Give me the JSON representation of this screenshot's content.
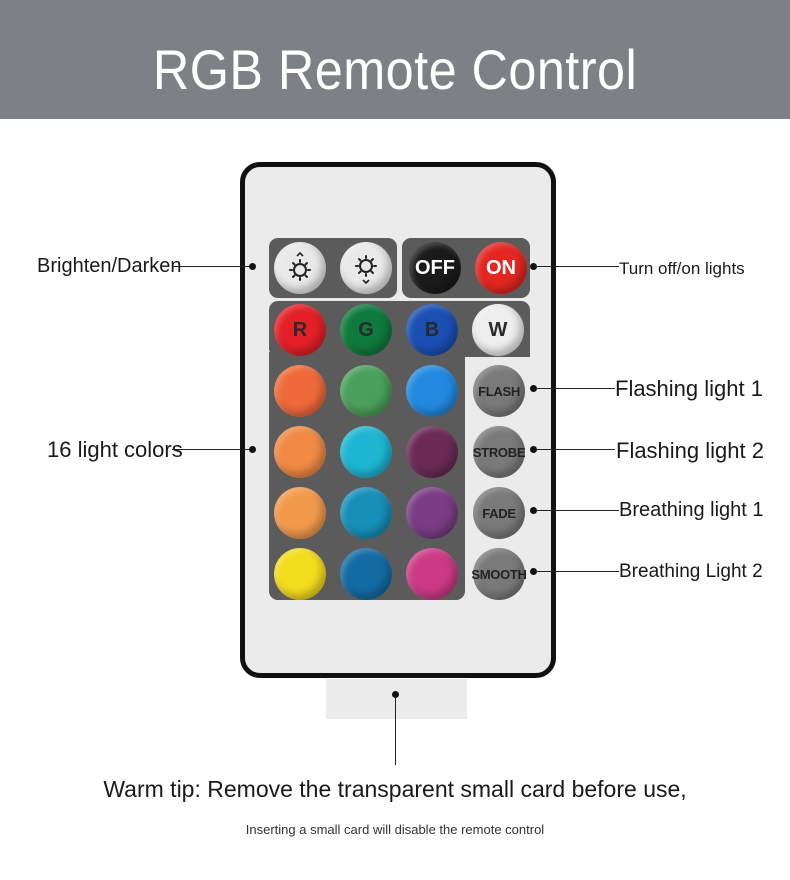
{
  "header": {
    "title": "RGB Remote Control",
    "background": "#7d8186"
  },
  "remote": {
    "top_row": {
      "brighten_label": "",
      "darken_label": "",
      "off_label": "OFF",
      "on_label": "ON"
    },
    "rgbw": {
      "r": "R",
      "g": "G",
      "b": "B",
      "w": "W"
    },
    "modes": {
      "flash": "FLASH",
      "strobe": "STROBE",
      "fade": "FADE",
      "smooth": "SMOOTH"
    },
    "colors": {
      "row1": [
        "#ef6a3a",
        "#4aa05a",
        "#2389e0"
      ],
      "row2": [
        "#f08a45",
        "#1eb6d2",
        "#6a2a55"
      ],
      "row3": [
        "#f29a4c",
        "#178fb8",
        "#7a3c84"
      ],
      "row4": [
        "#f4dc1e",
        "#136ba3",
        "#cc3a86"
      ]
    }
  },
  "callouts": {
    "brighten_darken": "Brighten/Darken",
    "turn_off_on": "Turn off/on lights",
    "light_colors": "16 light colors",
    "flashing_1": "Flashing light 1",
    "flashing_2": "Flashing light 2",
    "breathing_1": "Breathing light 1",
    "breathing_2": "Breathing Light 2"
  },
  "tip": {
    "main": "Warm tip: Remove the transparent small card before use,",
    "sub": "Inserting a small card will disable the remote control"
  }
}
